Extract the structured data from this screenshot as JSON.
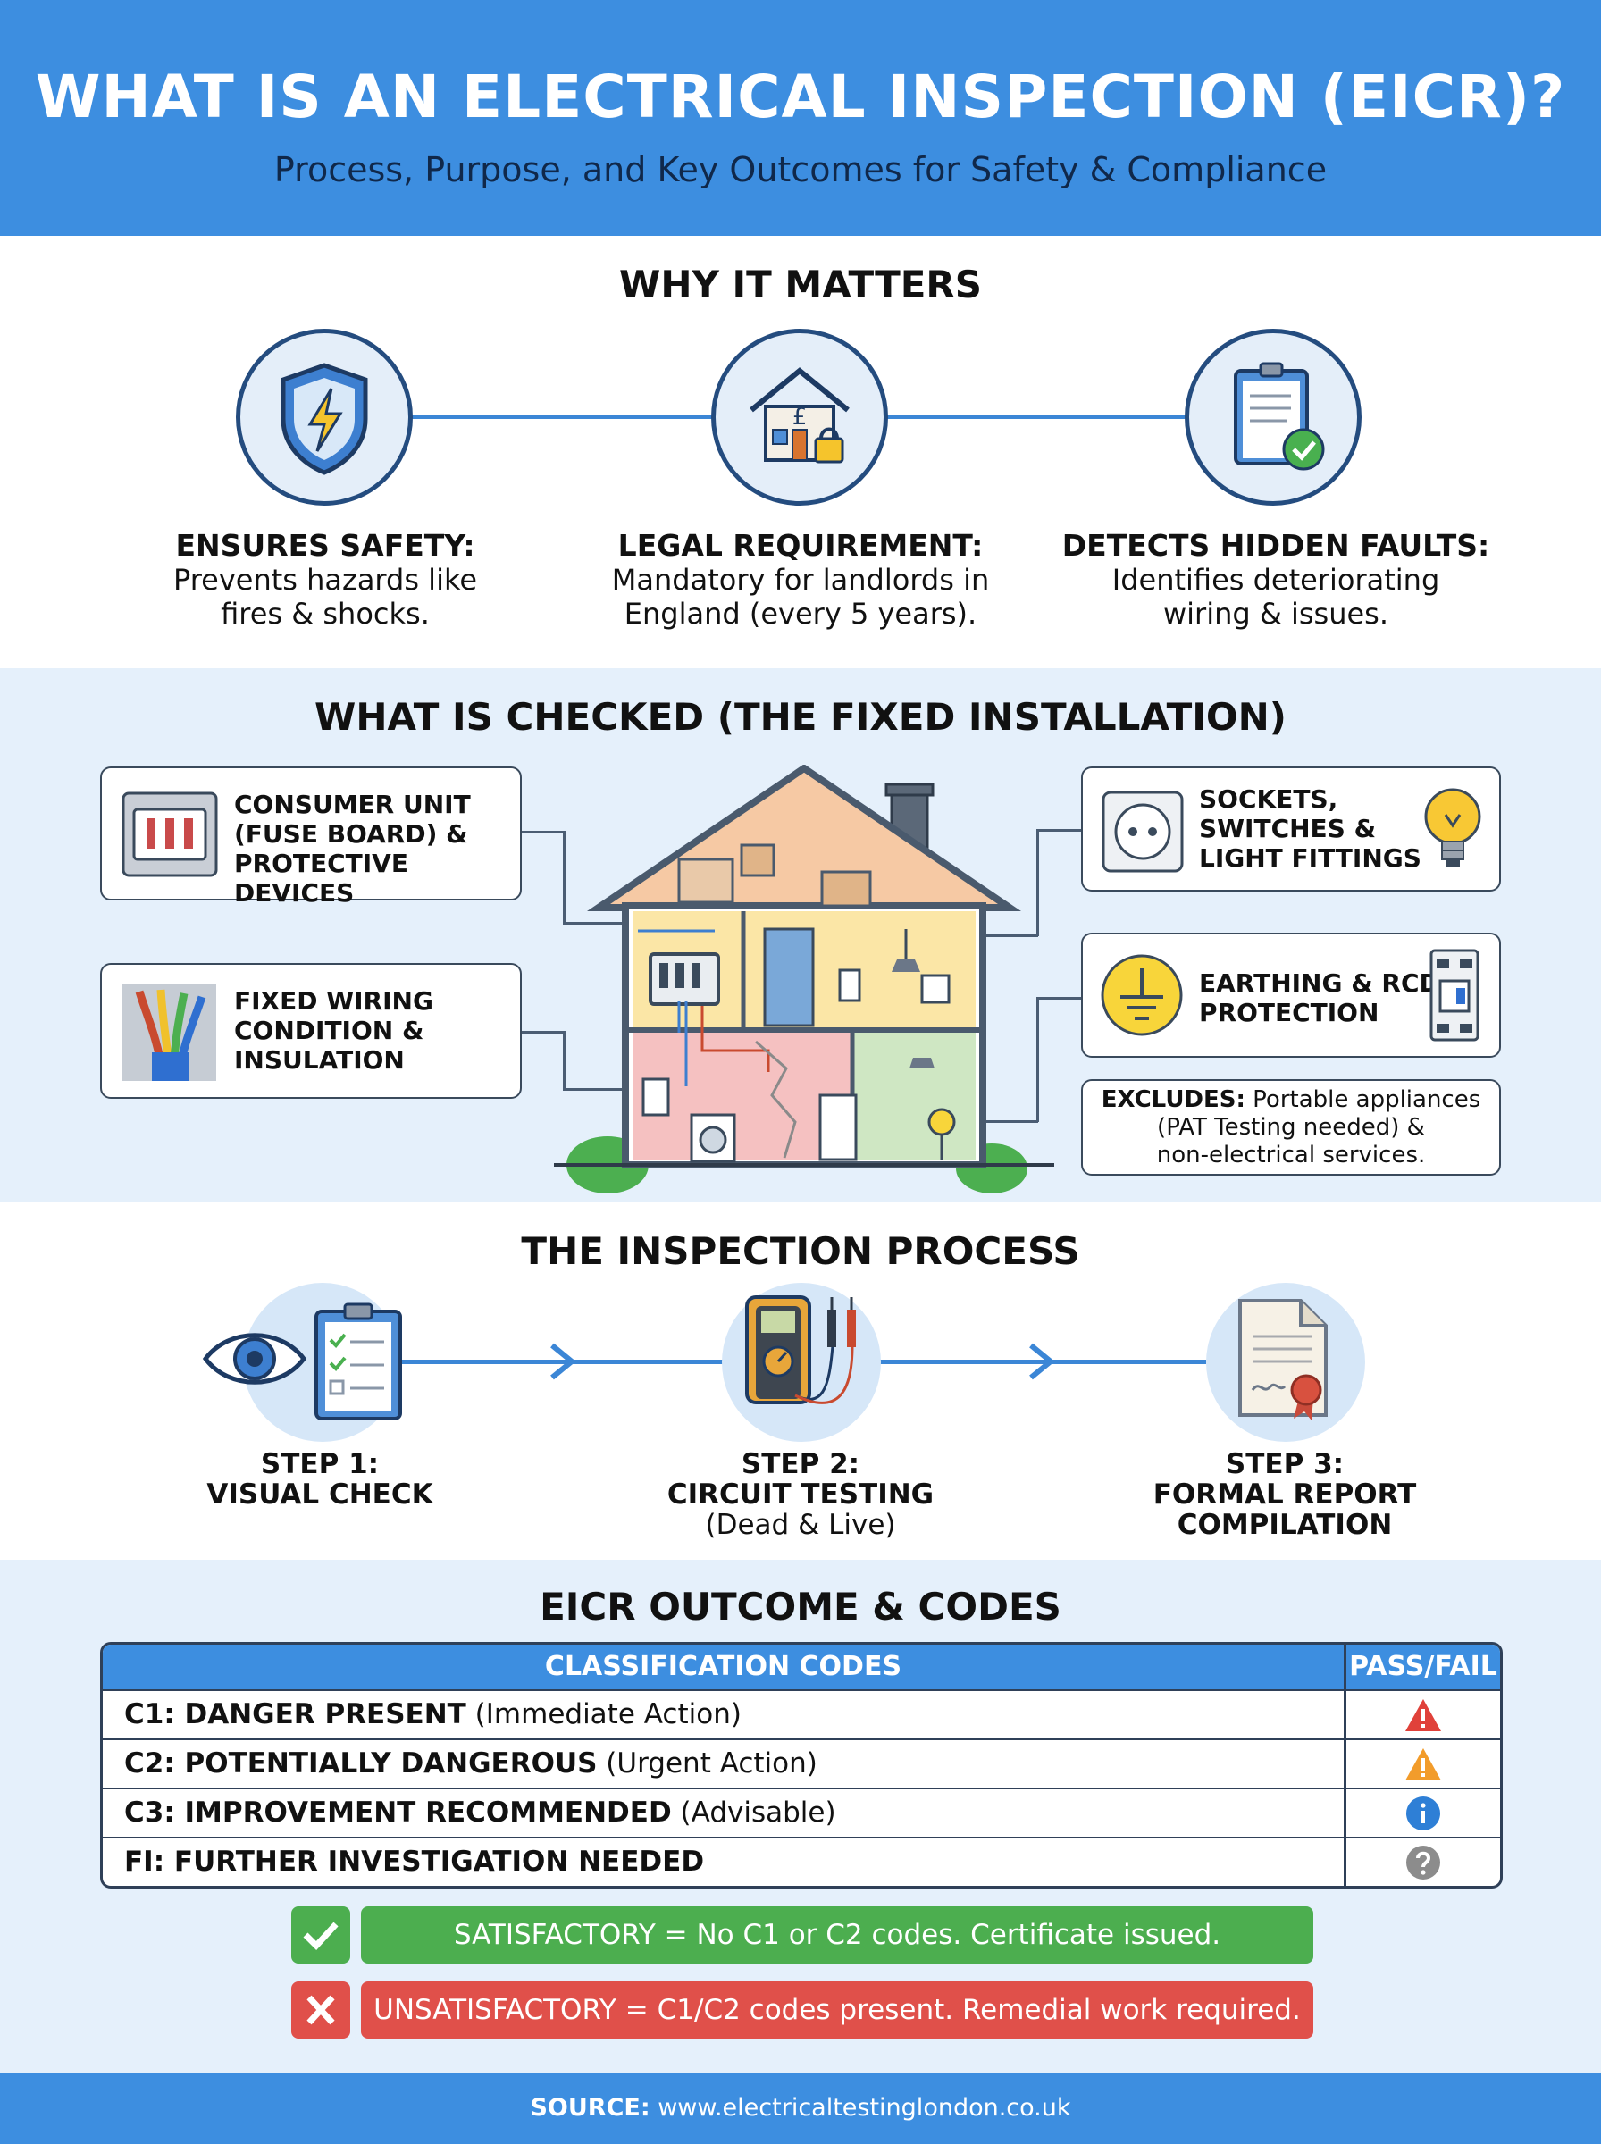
{
  "header": {
    "title": "WHAT IS AN ELECTRICAL INSPECTION (EICR)?",
    "subtitle": "Process, Purpose, and Key Outcomes for Safety & Compliance"
  },
  "why": {
    "title": "WHY IT MATTERS",
    "items": [
      {
        "heading": "ENSURES SAFETY:",
        "line1": "Prevents hazards like",
        "line2": "fires & shocks.",
        "icon": "shield-lightning-icon"
      },
      {
        "heading": "LEGAL REQUIREMENT:",
        "line1": "Mandatory for landlords in",
        "line2": "England (every 5 years).",
        "icon": "house-lock-icon"
      },
      {
        "heading": "DETECTS HIDDEN FAULTS:",
        "line1": "Identifies deteriorating",
        "line2": "wiring & issues.",
        "icon": "clipboard-check-icon"
      }
    ]
  },
  "checked": {
    "title": "WHAT IS CHECKED (THE FIXED INSTALLATION)",
    "consumer_unit": {
      "l1": "CONSUMER UNIT",
      "l2": "(FUSE BOARD) &",
      "l3": "PROTECTIVE DEVICES"
    },
    "wiring": {
      "l1": "FIXED WIRING",
      "l2": "CONDITION &",
      "l3": "INSULATION"
    },
    "sockets": {
      "l1": "SOCKETS,",
      "l2": "SWITCHES &",
      "l3": "LIGHT FITTINGS"
    },
    "earthing": {
      "l1": "EARTHING & RCD",
      "l2": "PROTECTION"
    },
    "excludes": {
      "label": "EXCLUDES:",
      "l1": " Portable appliances",
      "l2": "(PAT Testing needed) &",
      "l3": "non-electrical services."
    }
  },
  "process": {
    "title": "THE INSPECTION PROCESS",
    "steps": [
      {
        "l1": "STEP 1:",
        "l2": "VISUAL CHECK",
        "l3": ""
      },
      {
        "l1": "STEP 2:",
        "l2": "CIRCUIT TESTING",
        "l3": "(Dead & Live)"
      },
      {
        "l1": "STEP 3:",
        "l2": "FORMAL REPORT",
        "l3": "COMPILATION"
      }
    ]
  },
  "outcome": {
    "title": "EICR OUTCOME & CODES",
    "col1": "CLASSIFICATION CODES",
    "col2": "PASS/FAIL",
    "rows": [
      {
        "code": "C1: DANGER PRESENT",
        "note": " (Immediate Action)",
        "icon": "danger-icon",
        "color": "#e0413a"
      },
      {
        "code": "C2: POTENTIALLY DANGEROUS",
        "note": " (Urgent Action)",
        "icon": "warning-icon",
        "color": "#f29c2b"
      },
      {
        "code": "C3: IMPROVEMENT RECOMMENDED",
        "note": " (Advisable)",
        "icon": "info-icon",
        "color": "#2e7fd6"
      },
      {
        "code": "FI: FURTHER INVESTIGATION NEEDED",
        "note": "",
        "icon": "question-icon",
        "color": "#8c8c8c"
      }
    ],
    "satisfactory": "SATISFACTORY = No C1 or C2 codes. Certificate issued.",
    "unsatisfactory": "UNSATISFACTORY = C1/C2 codes present. Remedial work required.",
    "pass_color": "#4cae4f",
    "fail_color": "#e0504a"
  },
  "footer": {
    "label": "SOURCE:",
    "url": " www.electricaltestinglondon.co.uk"
  }
}
